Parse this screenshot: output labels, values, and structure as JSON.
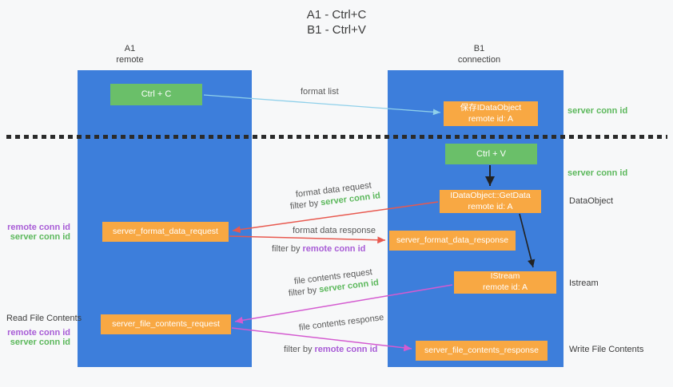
{
  "title": {
    "line1": "A1 - Ctrl+C",
    "line2": "B1 - Ctrl+V"
  },
  "lanes": {
    "left": {
      "id": "A1",
      "role": "remote"
    },
    "right": {
      "id": "B1",
      "role": "connection"
    }
  },
  "nodes": {
    "ctrl_c": {
      "label": "Ctrl + C"
    },
    "save_dataobject": {
      "line1": "保存IDataObject",
      "line2": "remote id: A"
    },
    "ctrl_v": {
      "label": "Ctrl + V"
    },
    "getdata": {
      "line1": "IDataObject::GetData",
      "line2": "remote id: A"
    },
    "format_request": {
      "label": "server_format_data_request"
    },
    "format_response": {
      "label": "server_format_data_response"
    },
    "istream": {
      "line1": "IStream",
      "line2": "remote id: A"
    },
    "file_request": {
      "label": "server_file_contents_request"
    },
    "file_response": {
      "label": "server_file_contents_response"
    }
  },
  "annotations": {
    "server_conn_id_top": "server conn id",
    "server_conn_id_mid": "server conn id",
    "dataobject": "DataObject",
    "istream": "Istream",
    "write_file_contents": "Write File Contents",
    "read_file_contents": "Read File Contents",
    "remote_conn_id_format": "remote conn id",
    "server_conn_id_format": "server conn id",
    "remote_conn_id_file": "remote conn id",
    "server_conn_id_file": "server conn id"
  },
  "flows": {
    "format_list": {
      "label": "format list"
    },
    "format_data_request": {
      "label": "format data request",
      "filter_prefix": "filter by ",
      "filter_key": "server conn id"
    },
    "format_data_response": {
      "label": "format data response",
      "filter_prefix": "filter by ",
      "filter_key": "remote conn id"
    },
    "file_contents_request": {
      "label": "file contents request",
      "filter_prefix": "filter by ",
      "filter_key": "server conn id"
    },
    "file_contents_response": {
      "label": "file contents response",
      "filter_prefix": "filter by ",
      "filter_key": "remote conn id"
    }
  },
  "colors": {
    "lane_blue": "#3d7edb",
    "node_green": "#6abf69",
    "node_orange": "#f8a843",
    "arrow_red": "#e8594f",
    "arrow_magenta": "#d45bd0",
    "arrow_blue": "#8fd0ea",
    "text_green": "#5cb85c",
    "text_purple": "#a85cd6"
  }
}
